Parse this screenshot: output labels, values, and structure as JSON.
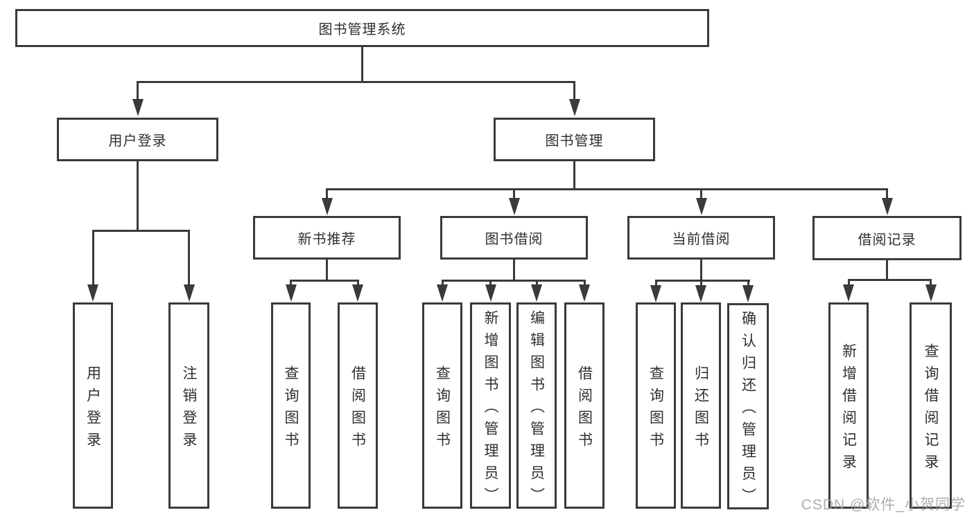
{
  "colors": {
    "line": "#3a3a3a",
    "text": "#2f2f2f",
    "background": "#ffffff",
    "watermark": "#9e9e9e"
  },
  "watermark_text": "CSDN @软件_小贺同学",
  "diagram_title": "图书管理系统",
  "nodes": {
    "root": "图书管理系统",
    "user_login": "用户登录",
    "book_mgmt": "图书管理",
    "new_book_rec": "新书推荐",
    "book_borrow": "图书借阅",
    "current_borrow": "当前借阅",
    "borrow_records": "借阅记录",
    "ul_user_login": "用户登录",
    "ul_logout": "注销登录",
    "nr_query_book": "查询图书",
    "nr_borrow_book": "借阅图书",
    "bb_query_book": "查询图书",
    "bb_add_book": "新增图书（管理员）",
    "bb_edit_book": "编辑图书（管理员）",
    "bb_borrow_book": "借阅图书",
    "cb_query_book": "查询图书",
    "cb_return_book": "归还图书",
    "cb_confirm_return": "确认归还（管理员）",
    "br_add_record": "新增借阅记录",
    "br_query_record": "查询借阅记录"
  },
  "hierarchy": {
    "root": "图书管理系统",
    "branches": [
      {
        "label": "用户登录",
        "children": [
          "用户登录",
          "注销登录"
        ]
      },
      {
        "label": "图书管理",
        "children": [
          {
            "label": "新书推荐",
            "children": [
              "查询图书",
              "借阅图书"
            ]
          },
          {
            "label": "图书借阅",
            "children": [
              "查询图书",
              "新增图书（管理员）",
              "编辑图书（管理员）",
              "借阅图书"
            ]
          },
          {
            "label": "当前借阅",
            "children": [
              "查询图书",
              "归还图书",
              "确认归还（管理员）"
            ]
          },
          {
            "label": "借阅记录",
            "children": [
              "新增借阅记录",
              "查询借阅记录"
            ]
          }
        ]
      }
    ]
  }
}
